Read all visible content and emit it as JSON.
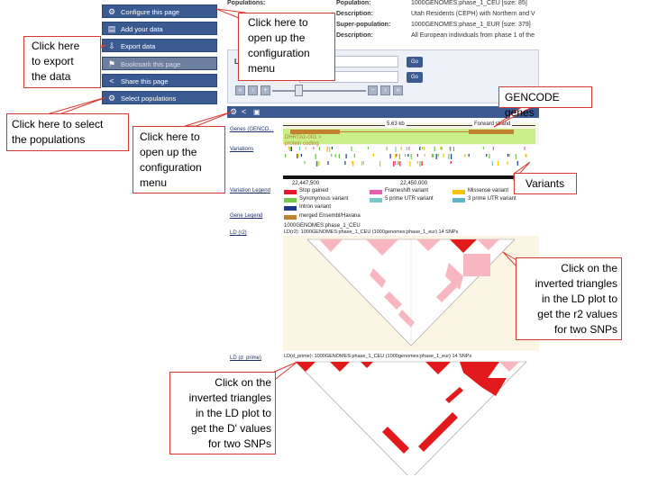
{
  "top": {
    "populations_label": "Populations:",
    "rows": [
      {
        "label": "Population:",
        "value": "1000GENOMES:phase_1_CEU  [size: 85]"
      },
      {
        "label": "Description:",
        "value": "Utah Residents (CEPH) with Northern and V"
      },
      {
        "label": "Super-population:",
        "value": "1000GENOMES:phase_1_EUR  [size: 379]"
      },
      {
        "label": "Description:",
        "value": "All European individuals from phase 1 of the"
      }
    ]
  },
  "menu": [
    {
      "label": "Configure this page",
      "icon": "gear-icon",
      "glyph": "⚙"
    },
    {
      "label": "Add your data",
      "icon": "add-data-icon",
      "glyph": "▤"
    },
    {
      "label": "Export data",
      "icon": "export-icon",
      "glyph": "⇩"
    },
    {
      "label": "Bookmark this page",
      "icon": "bookmark-icon",
      "glyph": "⚑"
    },
    {
      "label": "Share this page",
      "icon": "share-icon",
      "glyph": "<"
    },
    {
      "label": "Select populations",
      "icon": "gear-icon",
      "glyph": "⚙"
    }
  ],
  "nav": {
    "location_label": "Lo",
    "input1_value": "2",
    "input2_value": "",
    "go_label": "Go"
  },
  "tracks": {
    "genes_label": "Genes (GENCO...",
    "scale_text": "5.63 kb",
    "strand_text": "Forward strand",
    "gene_name": "DHRTA1-001 >",
    "gene_biotype": "protein coding",
    "variations_label": "Variations",
    "pos1": "22,447,500",
    "pos2": "22,450,000",
    "variation_legend_label": "Variation Legend",
    "gene_legend_label": "Gene Legend",
    "ld_pop1": "1000GENOMES:phase_1_CEU",
    "ld_r2_label": "LD (r2)",
    "ld_r2_header": "LD(r2): 1000GENOMES:phase_1_CEU  (1000genomes:phase_1_eur)  14 SNPs",
    "ld_dprime_label": "LD (d_prime)",
    "ld_dprime_header": "LD(d_prime): 1000GENOMES:phase_1_CEU  (1000genomes:phase_1_eur)  14 SNPs"
  },
  "variation_legend": [
    {
      "label": "Stop gained",
      "color": "#e8162b"
    },
    {
      "label": "Frameshift variant",
      "color": "#e85fae"
    },
    {
      "label": "Missense variant",
      "color": "#f5c400"
    },
    {
      "label": "Synonymous variant",
      "color": "#74c84a"
    },
    {
      "label": "5 prime UTR variant",
      "color": "#77c8cb"
    },
    {
      "label": "3 prime UTR variant",
      "color": "#5cb6c8"
    },
    {
      "label": "Intron variant",
      "color": "#1c3a86"
    }
  ],
  "gene_legend": [
    {
      "label": "merged Ensembl/Havana",
      "color": "#c1822e"
    }
  ],
  "callouts": {
    "export": [
      "Click  here",
      "to   export",
      "the data"
    ],
    "config_top": [
      "Click here to",
      "open  up  the",
      "configuration",
      "menu"
    ],
    "populations": [
      "Click here to select",
      "the populations"
    ],
    "config_browser": [
      "Click here to",
      "open   up   the",
      "configuration",
      "menu"
    ],
    "gencode": [
      "GENCODE genes"
    ],
    "variants": [
      "Variants"
    ],
    "ld_r2": [
      "Click   on   the",
      "inverted triangles",
      "in the LD plot to",
      "get the r2 values",
      "for two SNPs"
    ],
    "ld_dprime": [
      "Click   on   the",
      "inverted triangles",
      "in the LD plot to",
      "get the D' values",
      "for two SNPs"
    ]
  },
  "colors": {
    "menu_blue": "#3c5a92",
    "callout_border": "#d9382e",
    "gene_bar": "#c1822e",
    "gene_highlight": "#c9ef8a",
    "ld_red": "#e31a1c",
    "ld_pink": "#f7b6c0"
  }
}
